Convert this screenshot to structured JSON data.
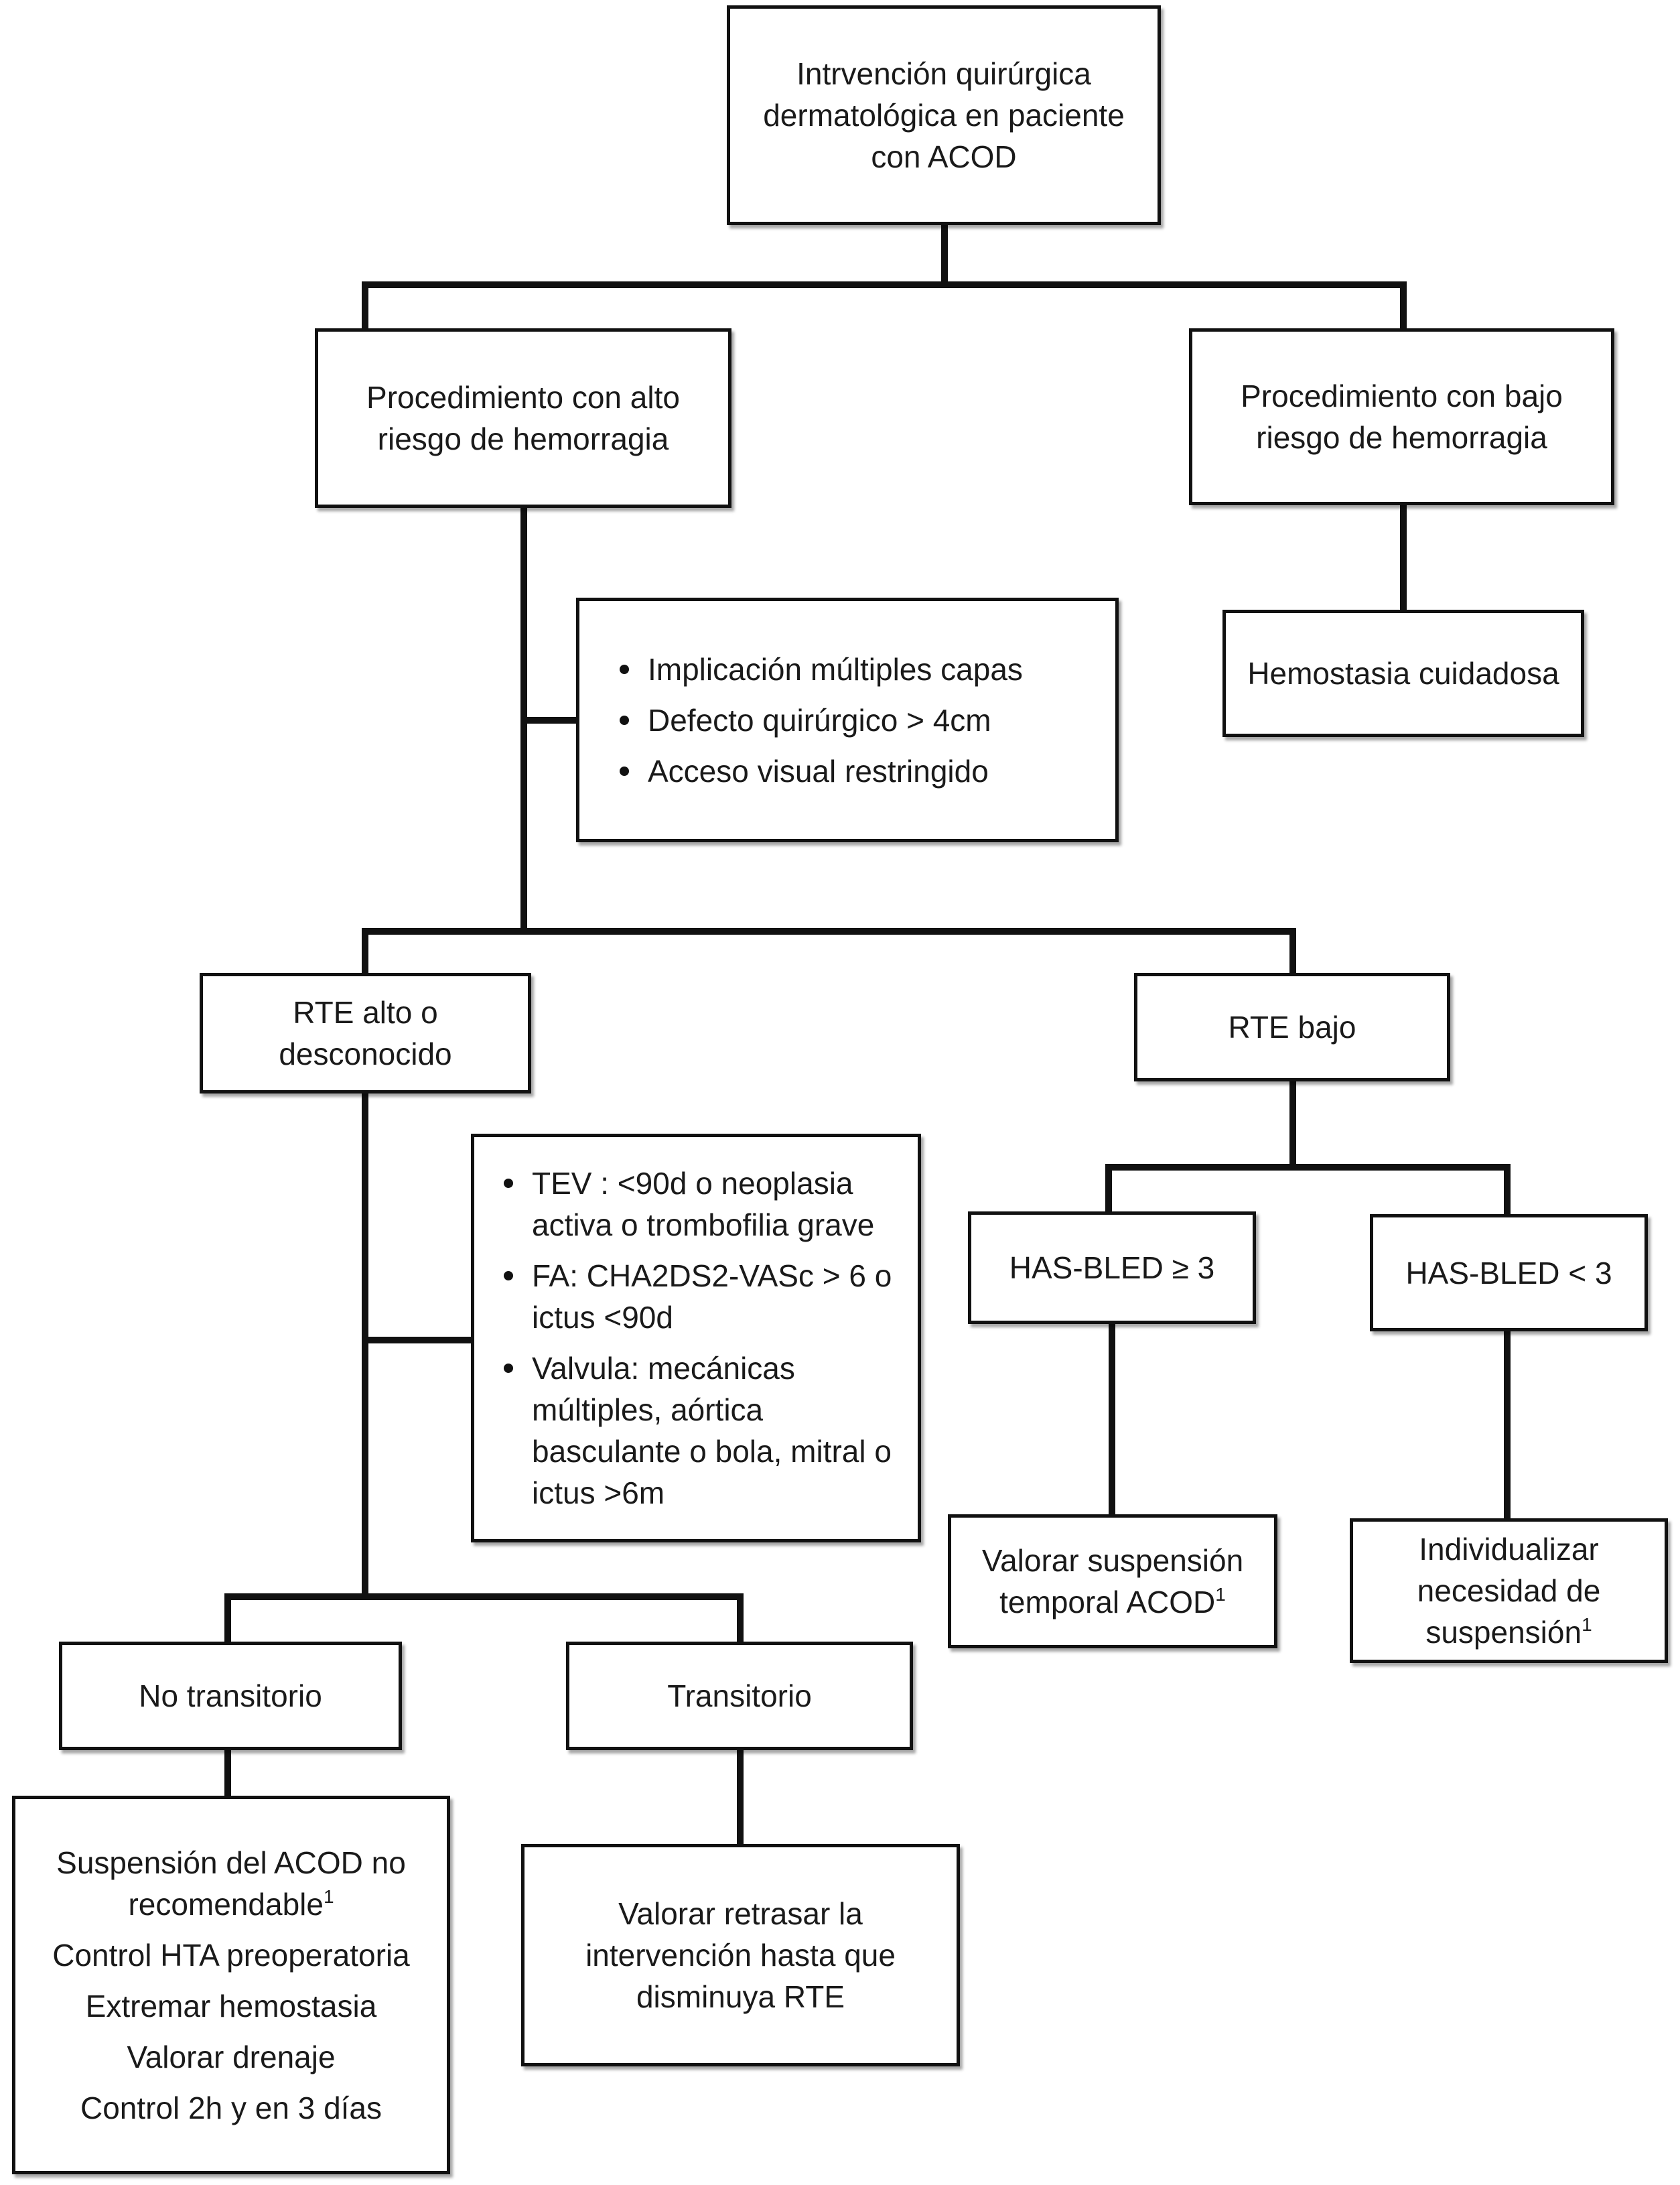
{
  "root": [
    "Intrvención quirúrgica",
    "dermatológica en paciente",
    "con ACOD"
  ],
  "high_risk": [
    "Procedimiento con alto",
    "riesgo de hemorragia"
  ],
  "low_risk": [
    "Procedimiento con bajo",
    "riesgo de hemorragia"
  ],
  "hemostasia": "Hemostasia cuidadosa",
  "high_risk_criteria": [
    "Implicación múltiples capas",
    "Defecto quirúrgico > 4cm",
    "Acceso visual restringido"
  ],
  "rte_high": [
    "RTE alto o",
    "desconocido"
  ],
  "rte_low": "RTE bajo",
  "rte_criteria": {
    "tev": [
      "TEV : <90d o neoplasia",
      "activa o trombofilia grave"
    ],
    "fa": [
      "FA: CHA2DS2-VASc > 6 o",
      "ictus <90d"
    ],
    "valvula": [
      "Valvula: mecánicas",
      "múltiples, aórtica",
      "basculante o bola, mitral o",
      "ictus >6m"
    ]
  },
  "has_bled_high": "HAS-BLED ≥ 3",
  "has_bled_low": "HAS-BLED < 3",
  "valorar_suspension": [
    "Valorar suspensión",
    "temporal ACOD"
  ],
  "individualizar": [
    "Individualizar",
    "necesidad de",
    "suspensión"
  ],
  "footnote_mark": "1",
  "no_transitorio": "No transitorio",
  "transitorio": "Transitorio",
  "no_trans_actions": {
    "suspension": [
      "Suspensión del ACOD no",
      "recomendable"
    ],
    "items": [
      "Control HTA preoperatoria",
      "Extremar hemostasia",
      "Valorar drenaje",
      "Control 2h y en 3 días"
    ]
  },
  "trans_action": [
    "Valorar retrasar la",
    "intervención hasta que",
    "disminuya RTE"
  ]
}
